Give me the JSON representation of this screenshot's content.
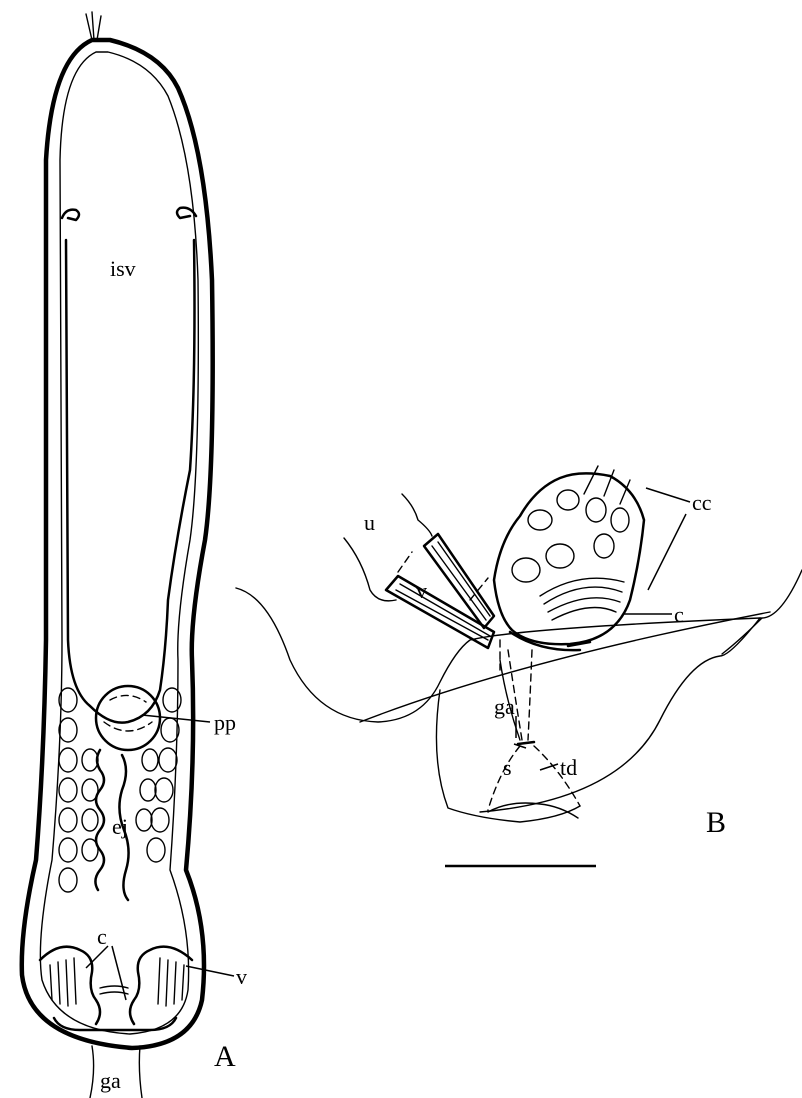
{
  "figure_a": {
    "panel_label": "A",
    "labels": {
      "isv": "isv",
      "pp": "pp",
      "ej": "ej",
      "c": "c",
      "v": "v",
      "ga": "ga"
    }
  },
  "figure_b": {
    "panel_label": "B",
    "labels": {
      "u": "u",
      "v": "v",
      "cc": "cc",
      "c": "c",
      "ga": "ga",
      "s": "s",
      "td": "td"
    }
  },
  "scale_bar": {
    "visible": true
  }
}
